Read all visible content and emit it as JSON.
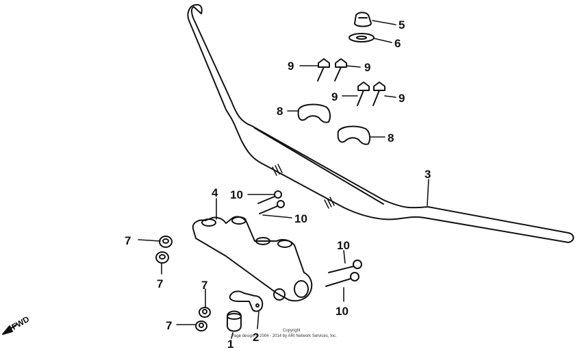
{
  "callouts": {
    "c1": "1",
    "c2": "2",
    "c3": "3",
    "c4": "4",
    "c5": "5",
    "c6": "6",
    "c7a": "7",
    "c7b": "7",
    "c7c": "7",
    "c7d": "7",
    "c8a": "8",
    "c8b": "8",
    "c9a": "9",
    "c9b": "9",
    "c9c": "9",
    "c9d": "9",
    "c10a": "10",
    "c10b": "10",
    "c10c": "10",
    "c10d": "10"
  },
  "direction_label": "FWD",
  "copyright": {
    "line1": "Copyright",
    "line2": "Page design © 2004 - 2014 by ARI Network Services, Inc."
  },
  "colors": {
    "line": "#111111",
    "background": "#ffffff"
  }
}
